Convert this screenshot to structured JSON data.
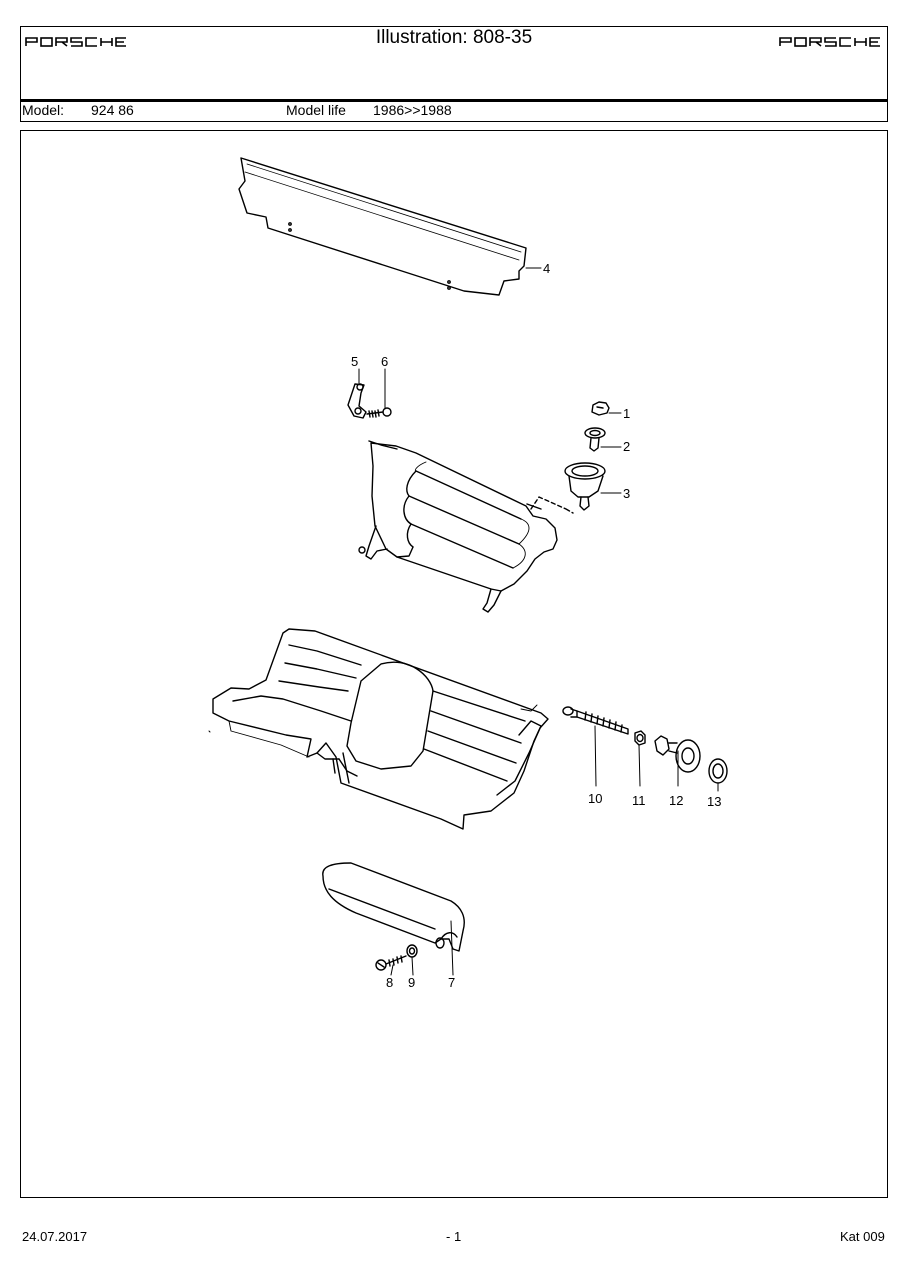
{
  "header": {
    "title": "Illustration: 808-35",
    "brand_left": "PORSCHE",
    "brand_right": "PORSCHE",
    "model_label": "Model:",
    "model_value": "924 86",
    "model_life_label": "Model life",
    "model_life_value": "1986>>1988"
  },
  "callouts": [
    "1",
    "2",
    "3",
    "4",
    "5",
    "6",
    "7",
    "8",
    "9",
    "10",
    "11",
    "12",
    "13"
  ],
  "footer": {
    "date": "24.07.2017",
    "page": "- 1",
    "catalog": "Kat 009"
  }
}
